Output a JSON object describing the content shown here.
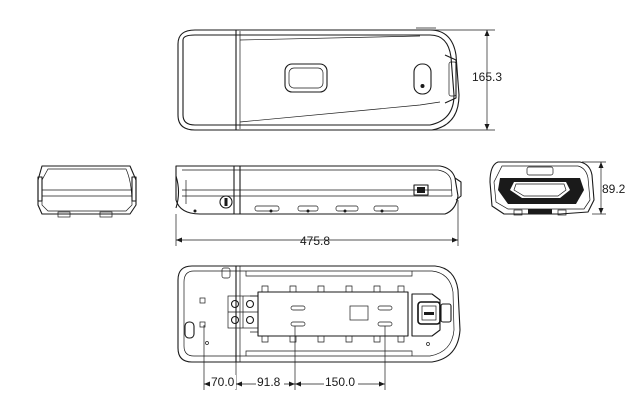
{
  "dimensions": {
    "height_top_view": "165.3",
    "length_side_view": "475.8",
    "height_end_view": "89.2",
    "bottom_spacing_1": "70.0",
    "bottom_spacing_2": "91.8",
    "bottom_spacing_3": "150.0"
  }
}
